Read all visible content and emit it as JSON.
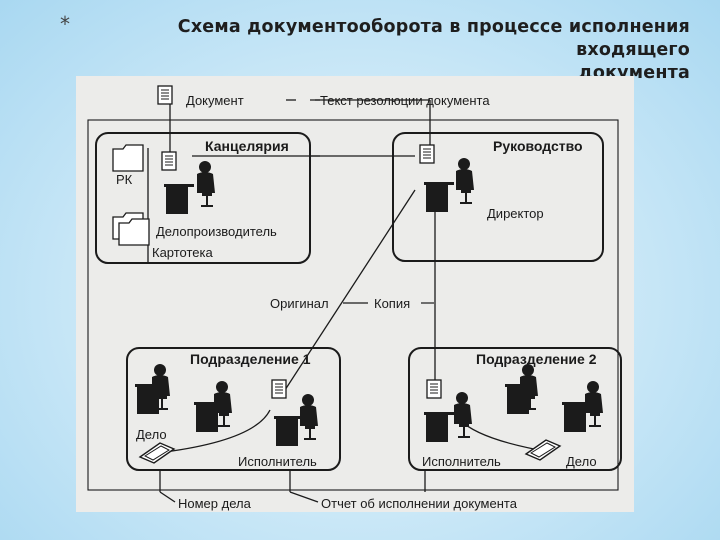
{
  "title": {
    "bullet": "*",
    "line1": "Схема документооборота в процессе исполнения входящего",
    "line2": "документа"
  },
  "diagram": {
    "document": "Документ",
    "resolution_text": "Текст резолюции документа",
    "office": "Канцелярия",
    "management": "Руководство",
    "rk": "РК",
    "clerk": "Делопроизводитель",
    "card_index": "Картотека",
    "director": "Директор",
    "original": "Оригинал",
    "copy": "Копия",
    "dept1": "Подразделение 1",
    "dept2": "Подразделение 2",
    "case1": "Дело",
    "executor1": "Исполнитель",
    "executor2": "Исполнитель",
    "case2": "Дело",
    "case_number": "Номер дела",
    "execution_report": "Отчет об исполнении документа"
  },
  "colors": {
    "ink": "#1b1b1b",
    "paper": "#ececea",
    "background": "#cfeaf8"
  }
}
